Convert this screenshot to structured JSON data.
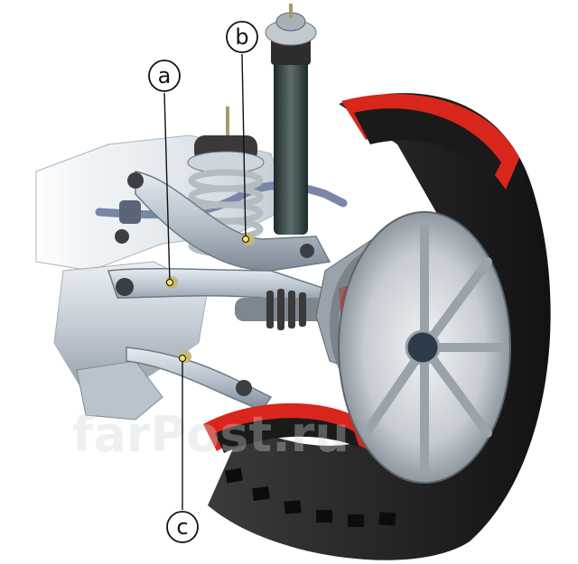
{
  "callouts": [
    {
      "id": "a",
      "label": "a"
    },
    {
      "id": "b",
      "label": "b"
    },
    {
      "id": "c",
      "label": "c"
    }
  ],
  "watermark": "farPost.ru",
  "colors": {
    "background": "#ffffff",
    "tire": "#1c1c1c",
    "tire_cut": "#d9261c",
    "metal_light": "#c9d2da",
    "metal_mid": "#8e9aa6",
    "metal_dark": "#4b535b",
    "rim": "#d7dbe0",
    "strut": "#2c3a3a",
    "bushing": "#3a3a3a",
    "leader_line": "#111111"
  }
}
